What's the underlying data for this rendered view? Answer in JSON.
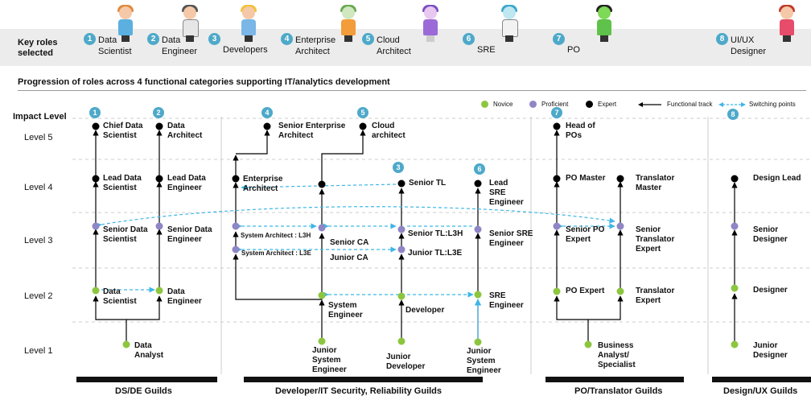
{
  "key_roles": {
    "title": "Key roles selected",
    "roles": [
      {
        "num": "1",
        "label": "Data Scientist"
      },
      {
        "num": "2",
        "label": "Data Engineer"
      },
      {
        "num": "3",
        "label": "Developers"
      },
      {
        "num": "4",
        "label": "Enterprise Architect"
      },
      {
        "num": "5",
        "label": "Cloud Architect"
      },
      {
        "num": "6",
        "label": "SRE"
      },
      {
        "num": "7",
        "label": "PO"
      },
      {
        "num": "8",
        "label": "UI/UX Designer"
      }
    ]
  },
  "subtitle": "Progression of roles across 4 functional categories supporting IT/analytics development",
  "impact_level": "Impact Level",
  "levels": [
    "Level 5",
    "Level 4",
    "Level 3",
    "Level 2",
    "Level 1"
  ],
  "legend": {
    "novice": "Novice",
    "proficient": "Proficient",
    "expert": "Expert",
    "functional": "Functional track",
    "switching": "Switching points"
  },
  "nodes": {
    "chief_data_scientist": "Chief Data Scientist",
    "data_architect": "Data Architect",
    "lead_data_scientist": "Lead Data Scientist",
    "lead_data_engineer": "Lead Data Engineer",
    "senior_data_scientist": "Senior Data Scientist",
    "senior_data_engineer": "Senior Data Engineer",
    "data_scientist": "Data Scientist",
    "data_engineer": "Data Engineer",
    "data_analyst": "Data Analyst",
    "senior_enterprise_architect": "Senior Enterprise Architect",
    "cloud_architect": "Cloud architect",
    "enterprise_architect": "Enterprise Architect",
    "senior_tl": "Senior TL",
    "lead_sre_engineer": "Lead SRE Engineer",
    "system_architect_l3h": "System Architect : L3H",
    "system_architect_l3e": "System Architect : L3E",
    "senior_ca": "Senior CA",
    "junior_ca": "Junior CA",
    "senior_tl_l3h": "Senior TL:L3H",
    "junior_tl_l3e": "Junior TL:L3E",
    "senior_sre_engineer": "Senior SRE Engineer",
    "system_engineer": "System Engineer",
    "developer": "Developer",
    "sre_engineer": "SRE Engineer",
    "junior_system_engineer": "Junior System Engineer",
    "junior_developer": "Junior Developer",
    "junior_system_engineer_2": "Junior System Engineer",
    "head_of_pos": "Head of POs",
    "po_master": "PO Master",
    "translator_master": "Translator Master",
    "senior_po_expert": "Senior PO Expert",
    "senior_translator_expert": "Senior Translator Expert",
    "po_expert": "PO Expert",
    "translator_expert": "Translator Expert",
    "business_analyst": "Business Analyst/ Specialist",
    "design_lead": "Design Lead",
    "senior_designer": "Senior Designer",
    "designer": "Designer",
    "junior_designer": "Junior Designer"
  },
  "guilds": [
    "DS/DE Guilds",
    "Developer/IT Security, Reliability Guilds",
    "PO/Translator Guilds",
    "Design/UX Guilds"
  ],
  "colors": {
    "novice": "#8cc63f",
    "proficient": "#8e86c6",
    "expert": "#000000",
    "switching": "#3fb6e6",
    "badge": "#4ea9c9"
  }
}
